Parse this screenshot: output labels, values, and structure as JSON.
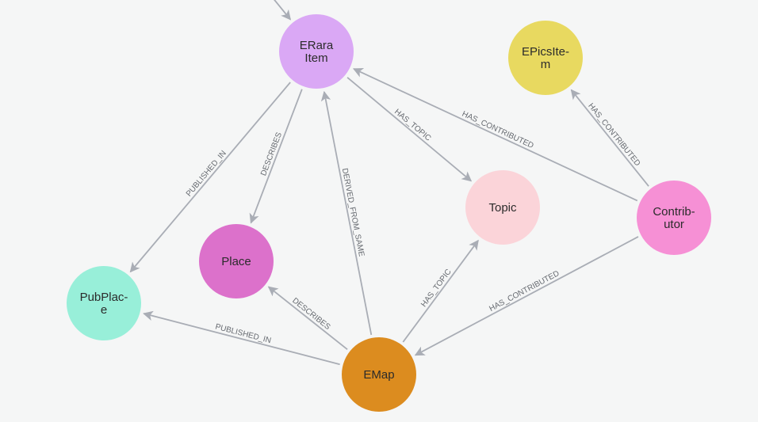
{
  "graph": {
    "nodes": [
      {
        "id": "erara",
        "lines": [
          "ERara",
          "Item"
        ],
        "color": "#daa8f5"
      },
      {
        "id": "epics",
        "lines": [
          "EPicsIte-",
          "m"
        ],
        "color": "#e8d960"
      },
      {
        "id": "topic",
        "lines": [
          "Topic"
        ],
        "color": "#fbd4d9"
      },
      {
        "id": "contrib",
        "lines": [
          "Contrib-",
          "utor"
        ],
        "color": "#f690d5"
      },
      {
        "id": "place",
        "lines": [
          "Place"
        ],
        "color": "#dc71cb"
      },
      {
        "id": "pubplace",
        "lines": [
          "PubPlac-",
          "e"
        ],
        "color": "#98efd9"
      },
      {
        "id": "emap",
        "lines": [
          "EMap"
        ],
        "color": "#dc8c1f"
      }
    ],
    "edges": [
      {
        "id": "e0",
        "from": "offscreen",
        "to": "erara",
        "label": ""
      },
      {
        "id": "e1",
        "from": "erara",
        "to": "pubplace",
        "label": "PUBLISHED_IN"
      },
      {
        "id": "e2",
        "from": "erara",
        "to": "place",
        "label": "DESCRIBES"
      },
      {
        "id": "e3",
        "from": "erara",
        "to": "topic",
        "label": "HAS_TOPIC"
      },
      {
        "id": "e4",
        "from": "emap",
        "to": "erara",
        "label": "DERIVED_FROM_SAME"
      },
      {
        "id": "e5",
        "from": "contrib",
        "to": "erara",
        "label": "HAS_CONTRIBUTED"
      },
      {
        "id": "e6",
        "from": "contrib",
        "to": "epics",
        "label": "HAS_CONTRIBUTED"
      },
      {
        "id": "e7",
        "from": "contrib",
        "to": "emap",
        "label": "HAS_CONTRIBUTED"
      },
      {
        "id": "e8",
        "from": "emap",
        "to": "topic",
        "label": "HAS_TOPIC"
      },
      {
        "id": "e9",
        "from": "emap",
        "to": "place",
        "label": "DESCRIBES"
      },
      {
        "id": "e10",
        "from": "emap",
        "to": "pubplace",
        "label": "PUBLISHED_IN"
      }
    ]
  }
}
